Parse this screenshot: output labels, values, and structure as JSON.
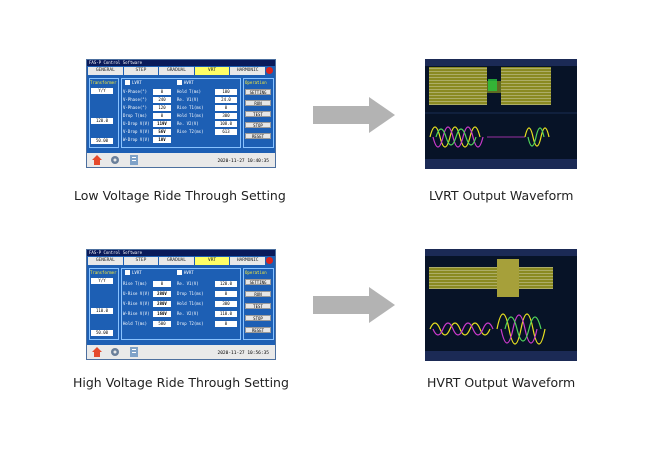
{
  "software_title": "FAS-P Control Software",
  "tabs": [
    "GENERAL",
    "STEP",
    "GRADUAL",
    "VRT",
    "HARMONIC"
  ],
  "lvrt_panel": {
    "section_left": "Transformer",
    "combo": "Y/Y",
    "left_values": [
      "120.0",
      "50.00"
    ],
    "lvrt_label": "LVRT",
    "hvrt_label": "HVRT",
    "fields_left": [
      "V-Phase(°)",
      "V-Phase(°)",
      "V-Phase(°)",
      "Drop T(ms)",
      "U-Drop V(V)",
      "V-Drop V(V)",
      "W-Drop V(V)"
    ],
    "values_left": [
      "0",
      "240",
      "120",
      "0",
      "119V",
      "56V",
      "10V"
    ],
    "fields_right": [
      "Hold T(ms)",
      "Re. V1(V)",
      "Rise T1(ms)",
      "Hold T1(ms)",
      "Re. V2(V)",
      "Rise T2(ms)"
    ],
    "values_right": [
      "100",
      "24.0",
      "0",
      "300",
      "108.0",
      "613"
    ],
    "operation": "Operation",
    "buttons": [
      "SETTING",
      "RUN",
      "TEST",
      "STOP",
      "RESET"
    ],
    "timestamp": "2020-11-27 10:40:35"
  },
  "hvrt_panel": {
    "section_left": "Transformer",
    "combo": "Y/Y",
    "left_values": [
      "110.0",
      "50.00"
    ],
    "lvrt_label": "LVRT",
    "hvrt_label": "HVRT",
    "fields_left": [
      "Rise T(ms)",
      "U-Rise V(V)",
      "V-Rise V(V)",
      "W-Rise V(V)",
      "Hold T(ms)"
    ],
    "values_left": [
      "0",
      "280V",
      "280V",
      "160V",
      "500"
    ],
    "fields_right": [
      "Re. V1(V)",
      "Drop T1(ms)",
      "Hold T1(ms)",
      "Re. V2(V)",
      "Drop T2(ms)"
    ],
    "values_right": [
      "120.0",
      "0",
      "300",
      "110.0",
      "0"
    ],
    "operation": "Operation",
    "buttons": [
      "SETTING",
      "RUN",
      "TEST",
      "STOP",
      "RESET"
    ],
    "timestamp": "2020-11-27 10:56:35"
  },
  "captions": {
    "lvrt_setting": "Low Voltage Ride Through Setting",
    "lvrt_wave": "LVRT Output Waveform",
    "hvrt_setting": "High Voltage Ride Through Setting",
    "hvrt_wave": "HVRT Output Waveform"
  },
  "colors": {
    "panel_blue": "#1d5fb4",
    "arrow_gray": "#b3b3b3",
    "scope_bg": "#071327"
  },
  "icons": [
    "home-icon",
    "settings-gear-icon",
    "document-icon",
    "right-arrow-icon"
  ]
}
